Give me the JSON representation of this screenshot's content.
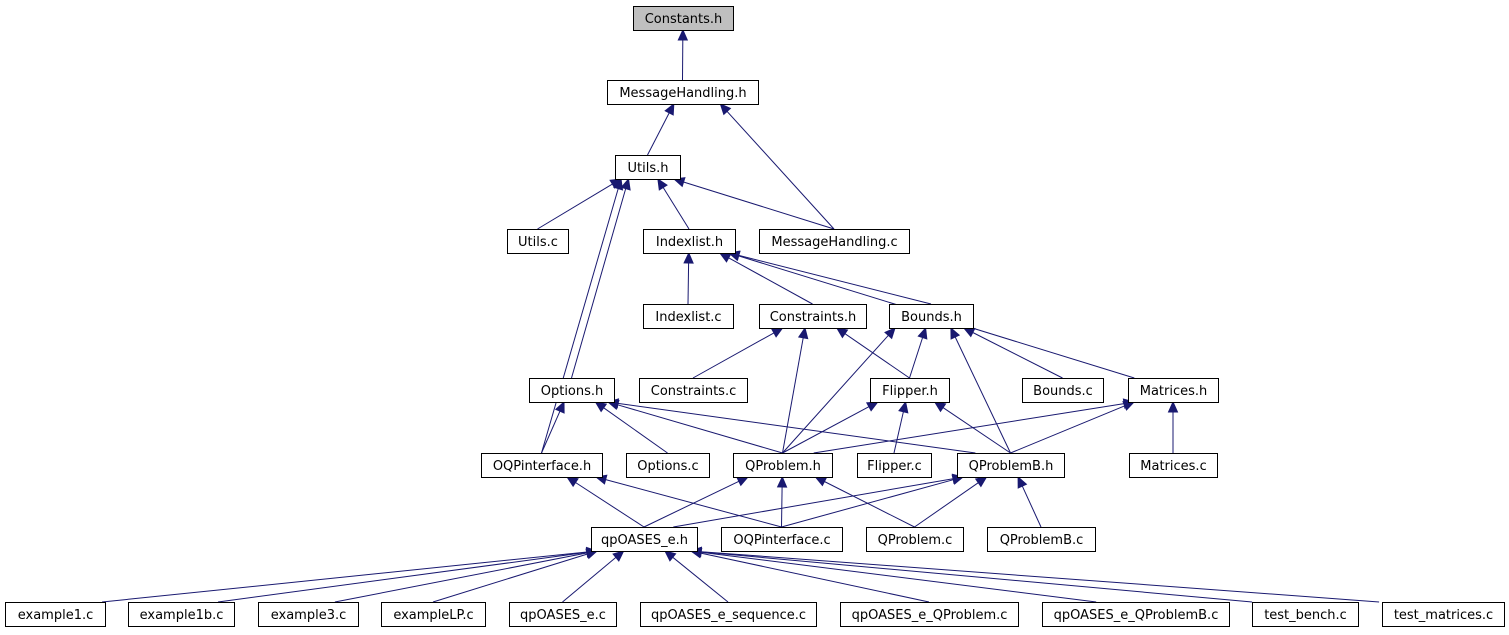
{
  "diagram": {
    "colors": {
      "edge": "#191970",
      "node_fill": "#ffffff",
      "root_fill": "#bfbfbf",
      "border": "#000000"
    },
    "root": "constants_h",
    "nodes": [
      {
        "id": "constants_h",
        "label": "Constants.h"
      },
      {
        "id": "messagehandling_h",
        "label": "MessageHandling.h"
      },
      {
        "id": "utils_h",
        "label": "Utils.h"
      },
      {
        "id": "utils_c",
        "label": "Utils.c"
      },
      {
        "id": "indexlist_h",
        "label": "Indexlist.h"
      },
      {
        "id": "messagehandling_c",
        "label": "MessageHandling.c"
      },
      {
        "id": "indexlist_c",
        "label": "Indexlist.c"
      },
      {
        "id": "constraints_h",
        "label": "Constraints.h"
      },
      {
        "id": "bounds_h",
        "label": "Bounds.h"
      },
      {
        "id": "options_h",
        "label": "Options.h"
      },
      {
        "id": "constraints_c",
        "label": "Constraints.c"
      },
      {
        "id": "flipper_h",
        "label": "Flipper.h"
      },
      {
        "id": "bounds_c",
        "label": "Bounds.c"
      },
      {
        "id": "matrices_h",
        "label": "Matrices.h"
      },
      {
        "id": "oqpinterface_h",
        "label": "OQPinterface.h"
      },
      {
        "id": "options_c",
        "label": "Options.c"
      },
      {
        "id": "qproblem_h",
        "label": "QProblem.h"
      },
      {
        "id": "flipper_c",
        "label": "Flipper.c"
      },
      {
        "id": "qproblemb_h",
        "label": "QProblemB.h"
      },
      {
        "id": "matrices_c",
        "label": "Matrices.c"
      },
      {
        "id": "qpoases_e_h",
        "label": "qpOASES_e.h"
      },
      {
        "id": "oqpinterface_c",
        "label": "OQPinterface.c"
      },
      {
        "id": "qproblem_c",
        "label": "QProblem.c"
      },
      {
        "id": "qproblemb_c",
        "label": "QProblemB.c"
      },
      {
        "id": "example1_c",
        "label": "example1.c"
      },
      {
        "id": "example1b_c",
        "label": "example1b.c"
      },
      {
        "id": "example3_c",
        "label": "example3.c"
      },
      {
        "id": "examplelp_c",
        "label": "exampleLP.c"
      },
      {
        "id": "qpoases_e_c",
        "label": "qpOASES_e.c"
      },
      {
        "id": "qpoases_e_sequence_c",
        "label": "qpOASES_e_sequence.c"
      },
      {
        "id": "qpoases_e_qproblem_c",
        "label": "qpOASES_e_QProblem.c"
      },
      {
        "id": "qpoases_e_qproblemb_c",
        "label": "qpOASES_e_QProblemB.c"
      },
      {
        "id": "test_bench_c",
        "label": "test_bench.c"
      },
      {
        "id": "test_matrices_c",
        "label": "test_matrices.c"
      }
    ],
    "edges": [
      {
        "from": "messagehandling_h",
        "to": "constants_h"
      },
      {
        "from": "utils_h",
        "to": "messagehandling_h"
      },
      {
        "from": "messagehandling_c",
        "to": "messagehandling_h"
      },
      {
        "from": "utils_c",
        "to": "utils_h"
      },
      {
        "from": "indexlist_h",
        "to": "utils_h"
      },
      {
        "from": "messagehandling_c",
        "to": "utils_h"
      },
      {
        "from": "options_h",
        "to": "utils_h"
      },
      {
        "from": "oqpinterface_h",
        "to": "utils_h"
      },
      {
        "from": "indexlist_c",
        "to": "indexlist_h"
      },
      {
        "from": "constraints_h",
        "to": "indexlist_h"
      },
      {
        "from": "bounds_h",
        "to": "indexlist_h"
      },
      {
        "from": "matrices_h",
        "to": "indexlist_h"
      },
      {
        "from": "constraints_c",
        "to": "constraints_h"
      },
      {
        "from": "qproblem_h",
        "to": "constraints_h"
      },
      {
        "from": "flipper_h",
        "to": "constraints_h"
      },
      {
        "from": "flipper_h",
        "to": "bounds_h"
      },
      {
        "from": "bounds_c",
        "to": "bounds_h"
      },
      {
        "from": "qproblem_h",
        "to": "bounds_h"
      },
      {
        "from": "qproblemb_h",
        "to": "bounds_h"
      },
      {
        "from": "oqpinterface_h",
        "to": "options_h"
      },
      {
        "from": "options_c",
        "to": "options_h"
      },
      {
        "from": "qproblem_h",
        "to": "options_h"
      },
      {
        "from": "qproblemb_h",
        "to": "options_h"
      },
      {
        "from": "qproblem_h",
        "to": "flipper_h"
      },
      {
        "from": "flipper_c",
        "to": "flipper_h"
      },
      {
        "from": "qproblemb_h",
        "to": "flipper_h"
      },
      {
        "from": "qproblem_h",
        "to": "matrices_h"
      },
      {
        "from": "qproblemb_h",
        "to": "matrices_h"
      },
      {
        "from": "matrices_c",
        "to": "matrices_h"
      },
      {
        "from": "qpoases_e_h",
        "to": "oqpinterface_h"
      },
      {
        "from": "oqpinterface_c",
        "to": "oqpinterface_h"
      },
      {
        "from": "qpoases_e_h",
        "to": "qproblem_h"
      },
      {
        "from": "oqpinterface_c",
        "to": "qproblem_h"
      },
      {
        "from": "qproblem_c",
        "to": "qproblem_h"
      },
      {
        "from": "qpoases_e_h",
        "to": "qproblemb_h"
      },
      {
        "from": "oqpinterface_c",
        "to": "qproblemb_h"
      },
      {
        "from": "qproblem_c",
        "to": "qproblemb_h"
      },
      {
        "from": "qproblemb_c",
        "to": "qproblemb_h"
      },
      {
        "from": "example1_c",
        "to": "qpoases_e_h"
      },
      {
        "from": "example1b_c",
        "to": "qpoases_e_h"
      },
      {
        "from": "example3_c",
        "to": "qpoases_e_h"
      },
      {
        "from": "examplelp_c",
        "to": "qpoases_e_h"
      },
      {
        "from": "qpoases_e_c",
        "to": "qpoases_e_h"
      },
      {
        "from": "qpoases_e_sequence_c",
        "to": "qpoases_e_h"
      },
      {
        "from": "qpoases_e_qproblem_c",
        "to": "qpoases_e_h"
      },
      {
        "from": "qpoases_e_qproblemb_c",
        "to": "qpoases_e_h"
      },
      {
        "from": "test_bench_c",
        "to": "qpoases_e_h"
      },
      {
        "from": "test_matrices_c",
        "to": "qpoases_e_h"
      }
    ]
  }
}
